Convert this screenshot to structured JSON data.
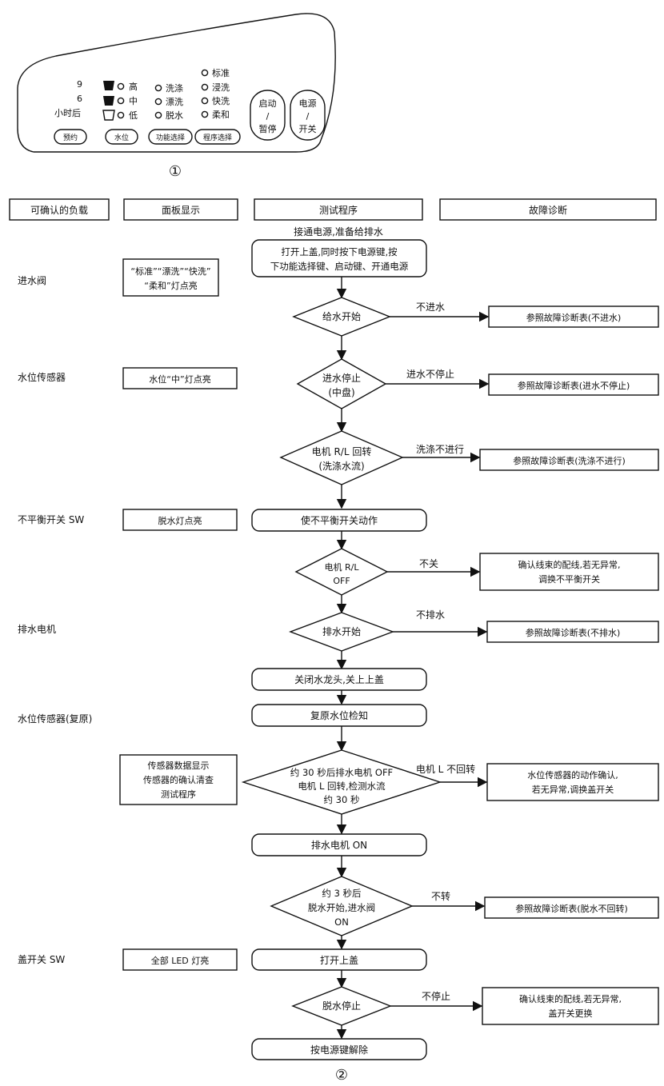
{
  "panel": {
    "timer_labels": [
      "9",
      "6",
      "小时后"
    ],
    "water_levels": [
      "高",
      "中",
      "低"
    ],
    "functions": [
      "洗涤",
      "漂洗",
      "脱水"
    ],
    "programs": [
      "标准",
      "浸洗",
      "快洗",
      "柔和"
    ],
    "start_button": [
      "启动",
      "/",
      "暂停"
    ],
    "power_button": [
      "电源",
      "/",
      "开关"
    ],
    "key_labels": [
      "预约",
      "水位",
      "功能选择",
      "程序选择"
    ],
    "figure_label": "①"
  },
  "headers": {
    "load": "可确认的负载",
    "display": "面板显示",
    "program": "测试程序",
    "diagnosis": "故障诊断"
  },
  "flow": {
    "start_note": "接通电源,准备给排水",
    "start_box": [
      "打开上盖,同时按下电源键,按",
      "下功能选择键、启动键、开通电源"
    ],
    "step1": [
      "给水开始"
    ],
    "step2": [
      "进水停止",
      "(中盘)"
    ],
    "step3": [
      "电机 R/L 回转",
      "(洗涤水流)"
    ],
    "step4": "使不平衡开关动作",
    "step5": [
      "电机 R/L",
      "OFF"
    ],
    "step6": [
      "排水开始"
    ],
    "step7": "关闭水龙头,关上上盖",
    "step8": "复原水位检知",
    "step9": [
      "约 30 秒后排水电机 OFF",
      "电机 L 回转,检测水流",
      "约 30 秒"
    ],
    "step10": "排水电机 ON",
    "step11": [
      "约 3 秒后",
      "脱水开始,进水阀",
      "ON"
    ],
    "step12": "打开上盖",
    "step13": [
      "脱水停止"
    ],
    "step14": "按电源键解除",
    "figure_label": "②"
  },
  "branches": {
    "b1": "不进水",
    "b2": "进水不停止",
    "b3": "洗涤不进行",
    "b5": "不关",
    "b6": "不排水",
    "b9": "电机 L 不回转",
    "b11": "不转",
    "b13": "不停止"
  },
  "diagnosis": {
    "d1": [
      "参照故障诊断表(不进水)"
    ],
    "d2": [
      "参照故障诊断表(进水不停止)"
    ],
    "d3": [
      "参照故障诊断表(洗涤不进行)"
    ],
    "d5": [
      "确认线束的配线,若无异常,",
      "调换不平衡开关"
    ],
    "d6": [
      "参照故障诊断表(不排水)"
    ],
    "d9": [
      "水位传感器的动作确认,",
      "若无异常,调换盖开关"
    ],
    "d11": [
      "参照故障诊断表(脱水不回转)"
    ],
    "d13": [
      "确认线束的配线,若无异常,",
      "盖开关更换"
    ]
  },
  "loads": {
    "l1": "进水阀",
    "l2": "水位传感器",
    "l3": "不平衡开关 SW",
    "l4": "排水电机",
    "l5": "水位传感器(复原)",
    "l6": "盖开关 SW"
  },
  "displays": {
    "p1": [
      "“标准”“漂洗”“快洗”",
      "“柔和”灯点亮"
    ],
    "p2": [
      "水位“中”灯点亮"
    ],
    "p3": [
      "脱水灯点亮"
    ],
    "p4": [
      "传感器数据显示",
      "传感器的确认清查",
      "测试程序"
    ],
    "p5": [
      "全部 LED 灯亮"
    ]
  }
}
